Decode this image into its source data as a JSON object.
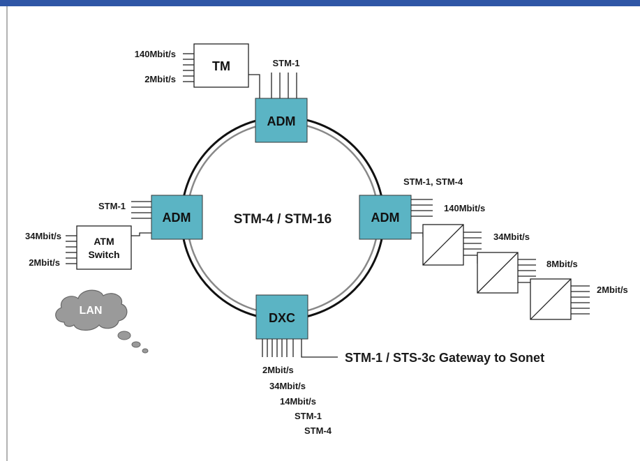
{
  "diagram": {
    "ring_label": "STM-4 / STM-16",
    "nodes": {
      "adm_top": "ADM",
      "adm_left": "ADM",
      "adm_right": "ADM",
      "dxc_bottom": "DXC"
    },
    "devices": {
      "tm": "TM",
      "atm_switch_line1": "ATM",
      "atm_switch_line2": "Switch",
      "lan": "LAN"
    },
    "labels": {
      "tm_140": "140Mbit/s",
      "tm_2": "2Mbit/s",
      "top_stm1": "STM-1",
      "left_stm1": "STM-1",
      "atm_34": "34Mbit/s",
      "atm_2": "2Mbit/s",
      "right_stm": "STM-1, STM-4",
      "right_140": "140Mbit/s",
      "mux_34": "34Mbit/s",
      "mux_8": "8Mbit/s",
      "mux_2": "2Mbit/s",
      "gateway": "STM-1 / STS-3c Gateway to Sonet",
      "dxc_2": "2Mbit/s",
      "dxc_34": "34Mbit/s",
      "dxc_14": "14Mbit/s",
      "dxc_stm1": "STM-1",
      "dxc_stm4": "STM-4"
    },
    "colors": {
      "header_bar": "#2f56a6",
      "node_fill": "#5bb4c4",
      "lan_cloud": "#9a9a9a"
    }
  }
}
